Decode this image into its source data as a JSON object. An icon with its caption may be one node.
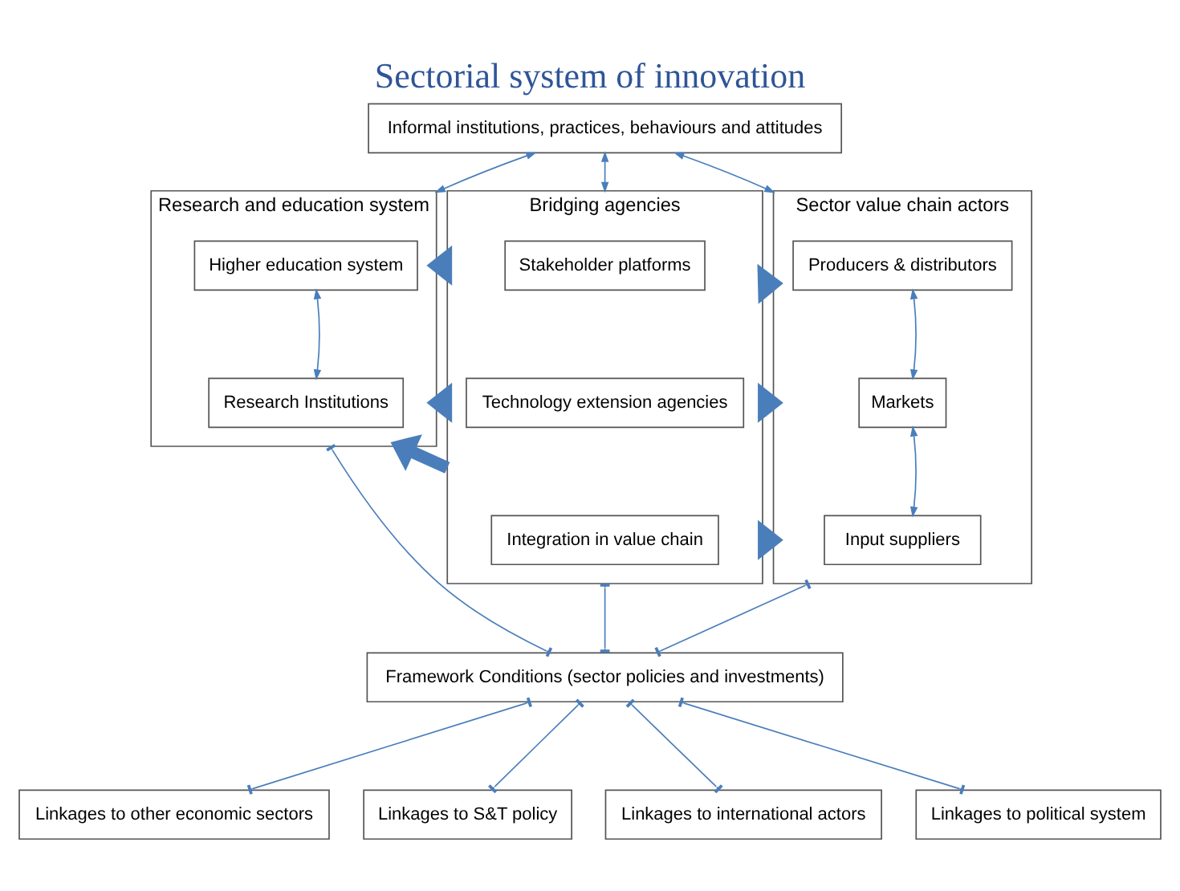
{
  "diagram": {
    "title": "Sectorial system of innovation",
    "nodes": [
      {
        "text": [
          "Informal institutions, practices, behaviours and attitudes"
        ]
      },
      {
        "text": [
          "Research and education system"
        ]
      },
      {
        "text": [
          "Higher education system"
        ],
        "in": 1
      },
      {
        "text": [
          "Research Institutions"
        ],
        "in": 1
      },
      {
        "text": [
          "Bridging agencies"
        ]
      },
      {
        "text": [
          "Stakeholder platforms"
        ],
        "in": 4
      },
      {
        "text": [
          "Technology extension agencies"
        ],
        "in": 4
      },
      {
        "text": [
          "Integration in value chain"
        ],
        "in": 4
      },
      {
        "text": [
          "Sector value chain actors"
        ]
      },
      {
        "text": [
          "Producers & distributors"
        ],
        "in": 8
      },
      {
        "text": [
          "Markets"
        ],
        "in": 8
      },
      {
        "text": [
          "Input suppliers"
        ],
        "in": 8
      },
      {
        "text": [
          "Framework Conditions (sector policies and investments)"
        ]
      },
      {
        "text": [
          "Linkages to other economic sectors"
        ]
      },
      {
        "text": [
          "Linkages to S&T policy"
        ]
      },
      {
        "text": [
          "Linkages to international actors"
        ]
      },
      {
        "text": [
          "Linkages to political system"
        ]
      }
    ],
    "edges": [
      {
        "from": 0,
        "to": 1,
        "arrow": "both"
      },
      {
        "from": 0,
        "to": 4,
        "arrow": "both"
      },
      {
        "from": 0,
        "to": 8,
        "arrow": "both"
      },
      {
        "from": 2,
        "to": 3,
        "arrow": "both"
      },
      {
        "from": 9,
        "to": 10,
        "arrow": "both"
      },
      {
        "from": 10,
        "to": 11,
        "arrow": "both"
      },
      {
        "from": 4,
        "to": 1,
        "arrow": "to",
        "style": "thick"
      },
      {
        "from": 4,
        "to": 1,
        "arrow": "to",
        "style": "thick"
      },
      {
        "from": 4,
        "to": 1,
        "arrow": "to",
        "style": "thick"
      },
      {
        "from": 4,
        "to": 8,
        "arrow": "to",
        "style": "thick"
      },
      {
        "from": 4,
        "to": 8,
        "arrow": "to",
        "style": "thick"
      },
      {
        "from": 4,
        "to": 8,
        "arrow": "to",
        "style": "thick"
      },
      {
        "from": 1,
        "to": 12,
        "arrow": "other"
      },
      {
        "from": 4,
        "to": 12,
        "arrow": "other"
      },
      {
        "from": 8,
        "to": 12,
        "arrow": "other"
      },
      {
        "from": 12,
        "to": 13,
        "arrow": "other"
      },
      {
        "from": 12,
        "to": 14,
        "arrow": "other"
      },
      {
        "from": 12,
        "to": 15,
        "arrow": "other"
      },
      {
        "from": 12,
        "to": 16,
        "arrow": "other"
      }
    ]
  }
}
